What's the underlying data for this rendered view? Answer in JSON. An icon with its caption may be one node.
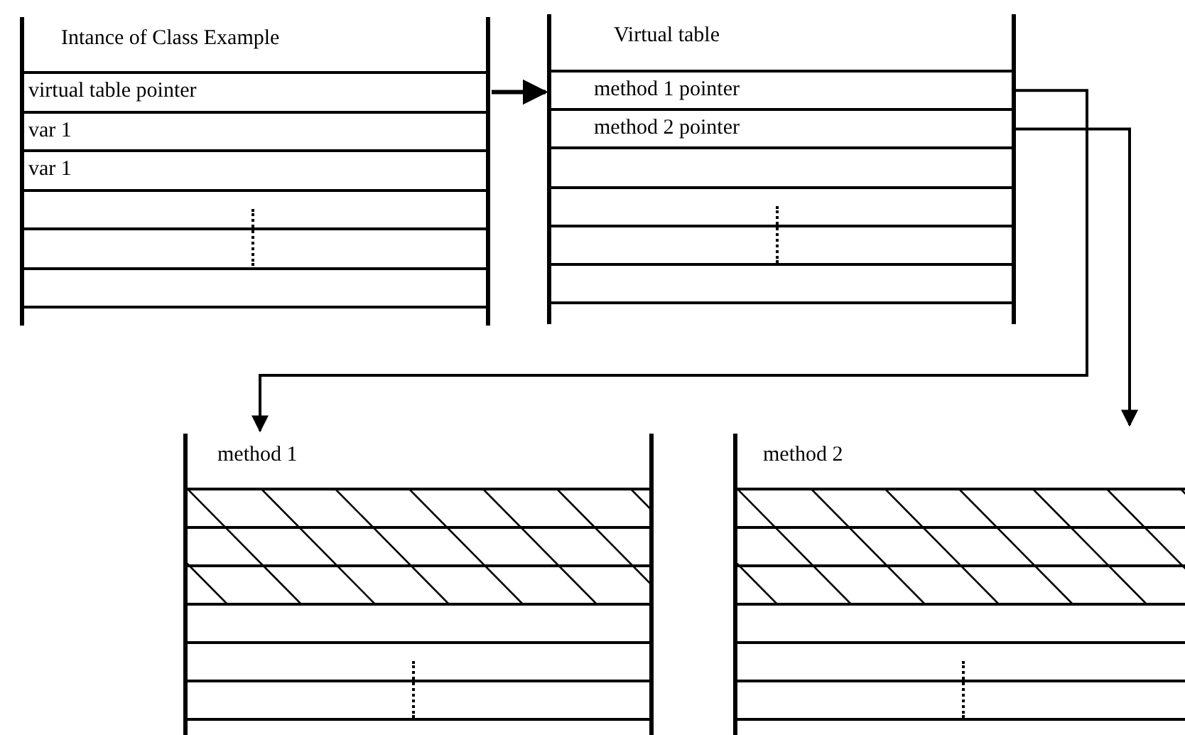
{
  "diagram": {
    "nodes": [
      {
        "text": [
          "Intance of Class Example"
        ]
      },
      {
        "text": [
          "virtual table pointer"
        ],
        "in": 0
      },
      {
        "text": [
          "var 1"
        ],
        "in": 0
      },
      {
        "text": [
          "var 1"
        ],
        "in": 0
      },
      {
        "text": [
          "Virtual table"
        ]
      },
      {
        "text": [
          "method 1 pointer"
        ],
        "in": 4
      },
      {
        "text": [
          "method 2 pointer"
        ],
        "in": 4
      },
      {
        "text": [
          "method 1"
        ]
      },
      {
        "text": [
          "method 2"
        ]
      }
    ],
    "edges": [
      {
        "from": 1,
        "to": 4,
        "arrow": "to"
      },
      {
        "from": 5,
        "to": 7,
        "arrow": "to"
      },
      {
        "from": 6,
        "to": 8,
        "arrow": "to"
      }
    ]
  }
}
